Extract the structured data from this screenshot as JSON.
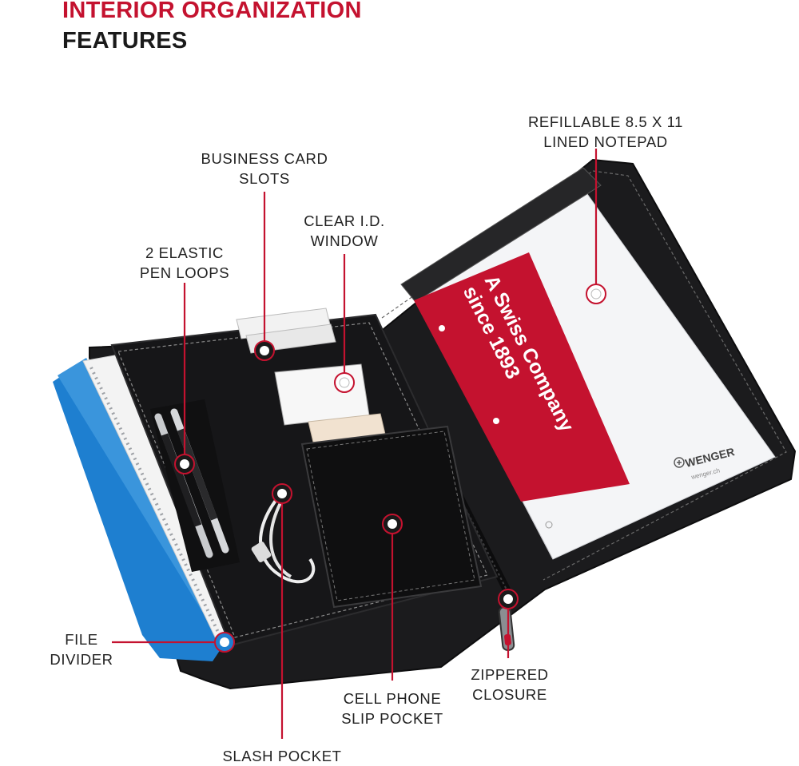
{
  "heading": {
    "line1": "INTERIOR ORGANIZATION",
    "line2": "FEATURES"
  },
  "callouts": {
    "notepad": [
      "REFILLABLE 8.5 X 11",
      "LINED NOTEPAD"
    ],
    "business_card": [
      "BUSINESS CARD",
      "SLOTS"
    ],
    "id_window": [
      "CLEAR I.D.",
      "WINDOW"
    ],
    "pen_loops": [
      "2 ELASTIC",
      "PEN LOOPS"
    ],
    "file_divider": [
      "FILE",
      "DIVIDER"
    ],
    "zippered": [
      "ZIPPERED",
      "CLOSURE"
    ],
    "cell_phone": [
      "CELL PHONE",
      "SLIP POCKET"
    ],
    "slash_pocket": [
      "SLASH POCKET"
    ]
  },
  "product_print": {
    "red_sheet_line1": "A Swiss Company",
    "red_sheet_line2": "since 1893",
    "brand": "WENGER",
    "brand_url": "wenger.ch"
  },
  "colors": {
    "accent_red": "#c4122f",
    "heading_dark": "#1a1a1a",
    "portfolio_black": "#1b1b1d",
    "divider_blue": "#1e7fd0"
  }
}
